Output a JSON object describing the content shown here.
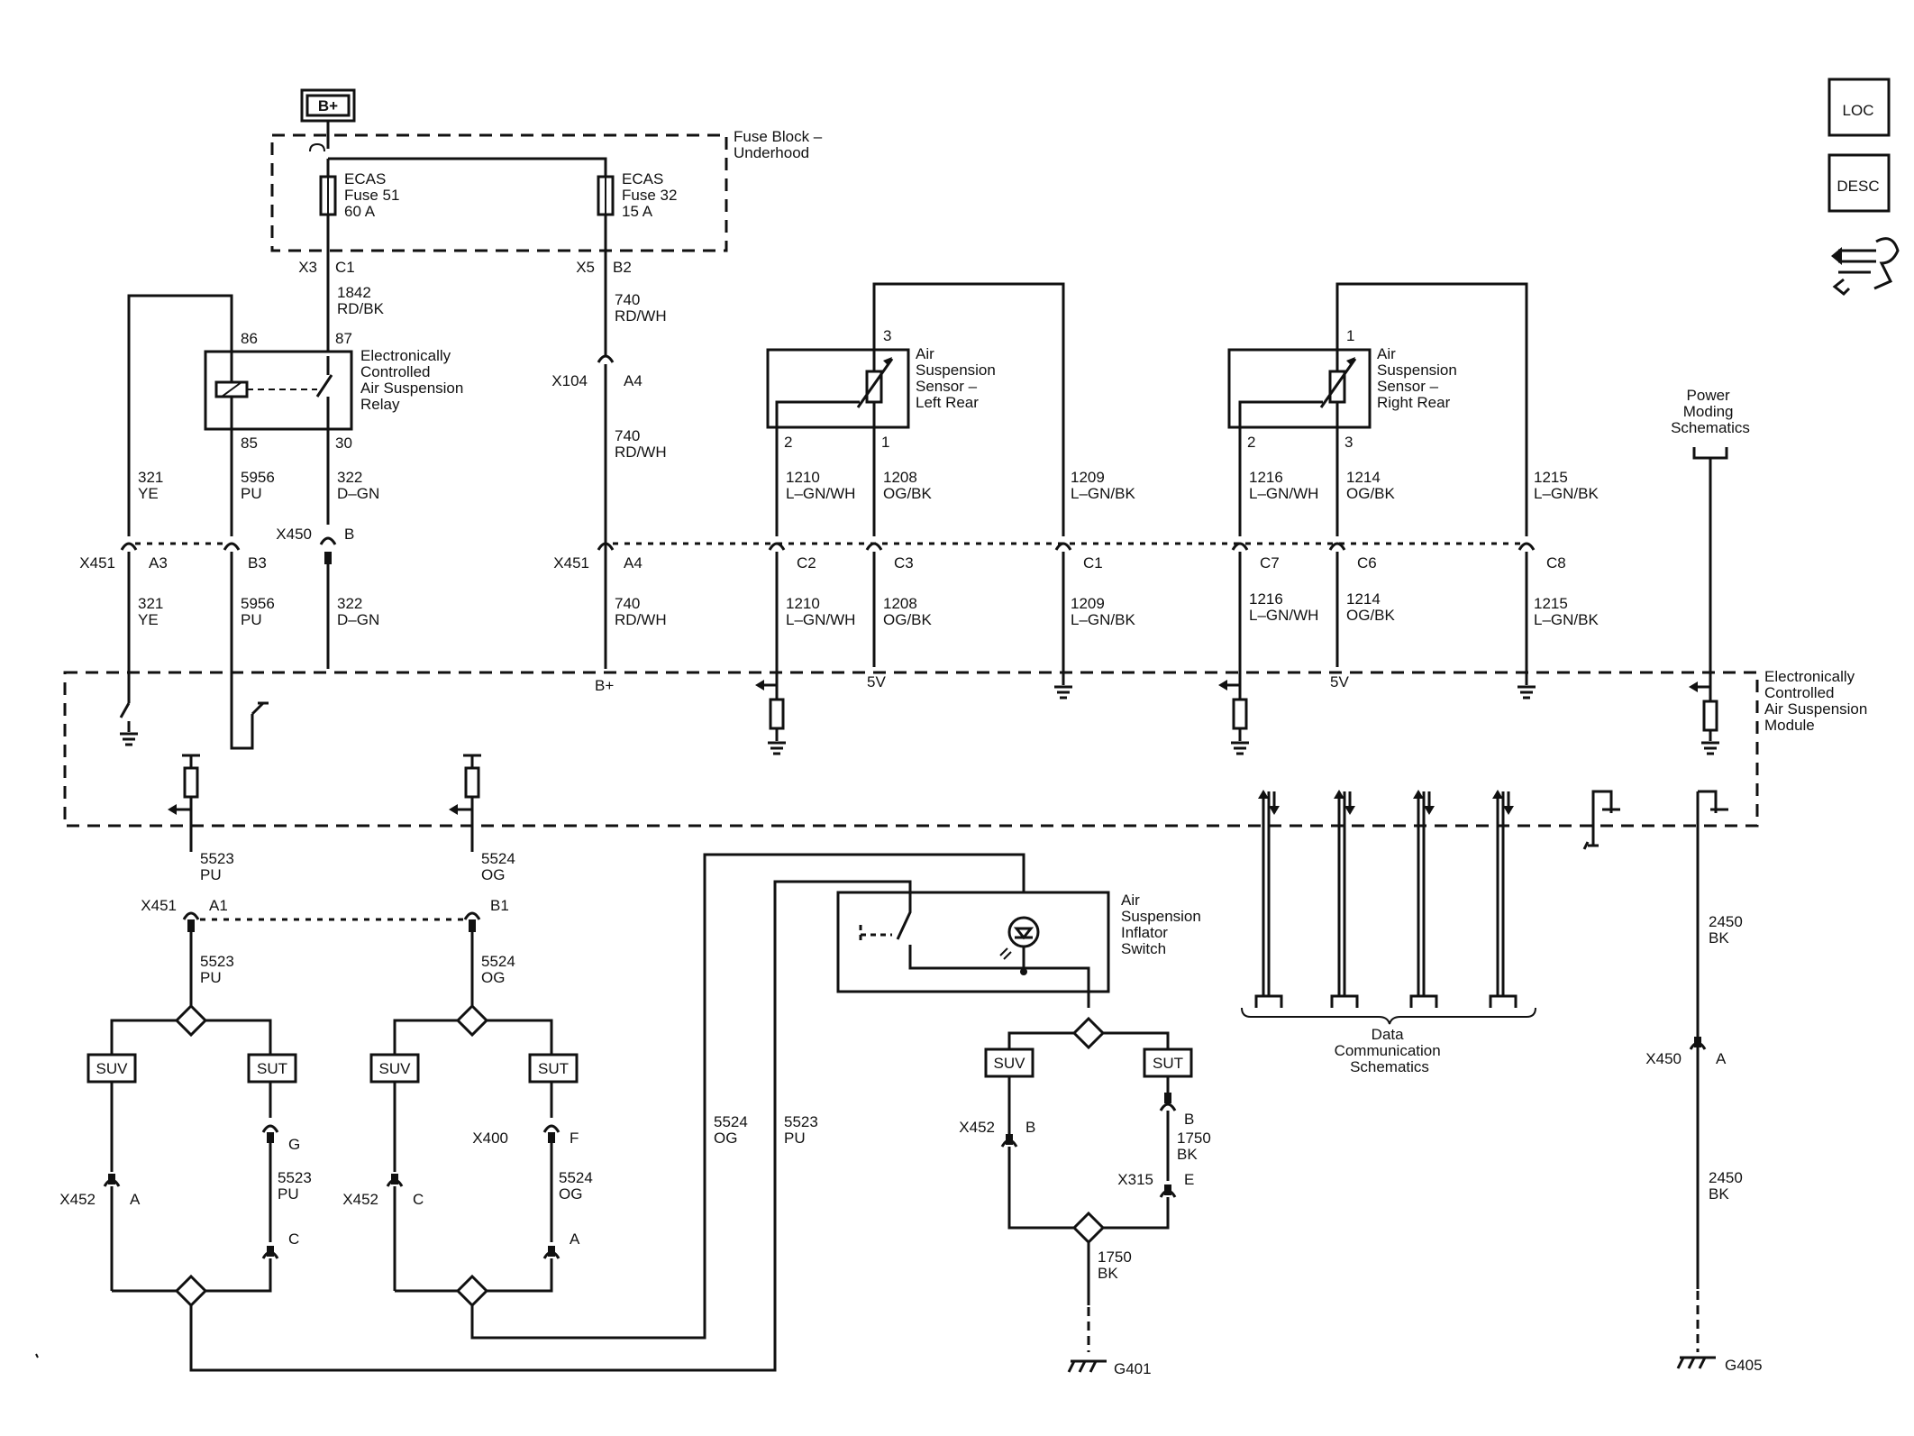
{
  "header": {
    "power": "B+"
  },
  "side_icons": {
    "loc": "LOC",
    "desc": "DESC"
  },
  "fuse_block": {
    "title": [
      "Fuse Block –",
      "Underhood"
    ],
    "fuse51": [
      "ECAS",
      "Fuse 51",
      "60 A"
    ],
    "fuse32": [
      "ECAS",
      "Fuse 32",
      "15 A"
    ]
  },
  "connectors": {
    "x3": "X3",
    "c1": "C1",
    "x5": "X5",
    "b2": "B2",
    "x104": "X104",
    "a4": "A4",
    "x450": "X450",
    "b": "B",
    "x451": "X451",
    "a3": "A3",
    "b3": "B3",
    "a4b": "A4",
    "c2": "C2",
    "c3": "C3",
    "c1b": "C1",
    "c7": "C7",
    "c6": "C6",
    "c8": "C8",
    "a1": "A1",
    "b1": "B1",
    "g": "G",
    "x400": "X400",
    "f": "F",
    "x452a": "X452",
    "pa": "A",
    "pc": "C",
    "x452c": "X452",
    "pc2": "C",
    "pa2": "A",
    "x452b": "X452",
    "pb": "B",
    "pb2": "B",
    "x315": "X315",
    "pe": "E",
    "x450b": "X450",
    "pa3": "A",
    "g401": "G401",
    "g405": "G405"
  },
  "relay": {
    "label": [
      "Electronically",
      "Controlled",
      "Air Suspension",
      "Relay"
    ],
    "p86": "86",
    "p87": "87",
    "p85": "85",
    "p30": "30"
  },
  "sensor_lr": {
    "label": [
      "Air",
      "Suspension",
      "Sensor –",
      "Left Rear"
    ],
    "p3": "3",
    "p2": "2",
    "p1": "1"
  },
  "sensor_rr": {
    "label": [
      "Air",
      "Suspension",
      "Sensor –",
      "Right Rear"
    ],
    "p1": "1",
    "p2": "2",
    "p3": "3"
  },
  "wires": {
    "w1842": [
      "1842",
      "RD/BK"
    ],
    "w740a": [
      "740",
      "RD/WH"
    ],
    "w740b": [
      "740",
      "RD/WH"
    ],
    "w740c": [
      "740",
      "RD/WH"
    ],
    "w321a": [
      "321",
      "YE"
    ],
    "w321b": [
      "321",
      "YE"
    ],
    "w5956a": [
      "5956",
      "PU"
    ],
    "w5956b": [
      "5956",
      "PU"
    ],
    "w322a": [
      "322",
      "D–GN"
    ],
    "w322b": [
      "322",
      "D–GN"
    ],
    "w1210a": [
      "1210",
      "L–GN/WH"
    ],
    "w1210b": [
      "1210",
      "L–GN/WH"
    ],
    "w1208a": [
      "1208",
      "OG/BK"
    ],
    "w1208b": [
      "1208",
      "OG/BK"
    ],
    "w1209a": [
      "1209",
      "L–GN/BK"
    ],
    "w1209b": [
      "1209",
      "L–GN/BK"
    ],
    "w1216a": [
      "1216",
      "L–GN/WH"
    ],
    "w1216b": [
      "1216",
      "L–GN/WH"
    ],
    "w1214a": [
      "1214",
      "OG/BK"
    ],
    "w1214b": [
      "1214",
      "OG/BK"
    ],
    "w1215a": [
      "1215",
      "L–GN/BK"
    ],
    "w1215b": [
      "1215",
      "L–GN/BK"
    ],
    "w5523a": [
      "5523",
      "PU"
    ],
    "w5523b": [
      "5523",
      "PU"
    ],
    "w5523c": [
      "5523",
      "PU"
    ],
    "w5523d": [
      "5523",
      "PU"
    ],
    "w5524a": [
      "5524",
      "OG"
    ],
    "w5524b": [
      "5524",
      "OG"
    ],
    "w5524c": [
      "5524",
      "OG"
    ],
    "w5524d": [
      "5524",
      "OG"
    ],
    "w1750a": [
      "1750",
      "BK"
    ],
    "w1750b": [
      "1750",
      "BK"
    ],
    "w2450a": [
      "2450",
      "BK"
    ],
    "w2450b": [
      "2450",
      "BK"
    ]
  },
  "module": {
    "label": [
      "Electronically",
      "Controlled",
      "Air Suspension",
      "Module"
    ],
    "bplus": "B+",
    "v5a": "5V",
    "v5b": "5V"
  },
  "power_moding": [
    "Power",
    "Moding",
    "Schematics"
  ],
  "inflator": [
    "Air",
    "Suspension",
    "Inflator",
    "Switch"
  ],
  "variants": {
    "suv": "SUV",
    "sut": "SUT"
  },
  "data_comm": [
    "Data",
    "Communication",
    "Schematics"
  ]
}
